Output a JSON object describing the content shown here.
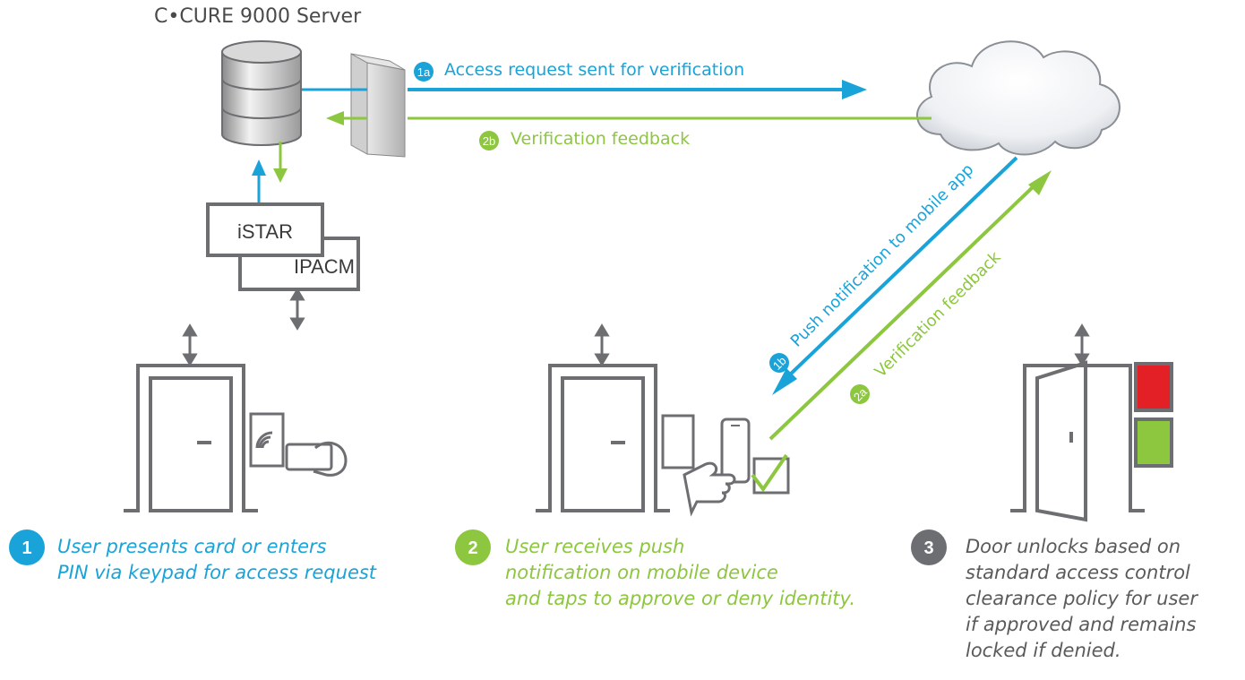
{
  "server": {
    "title": "C•CURE 9000 Server"
  },
  "controllers": {
    "istar": "iSTAR",
    "ipacm": "IPACM"
  },
  "flows": {
    "f1a": {
      "badge": "1a",
      "label": "Access request sent for verification"
    },
    "f2b": {
      "badge": "2b",
      "label": "Verification feedback"
    },
    "f1b": {
      "badge": "1b",
      "label": "Push notification to mobile app"
    },
    "f2a": {
      "badge": "2a",
      "label": "Verification feedback"
    }
  },
  "steps": [
    {
      "badge": "1",
      "lines": [
        "User presents card or enters",
        "PIN via keypad for access request"
      ]
    },
    {
      "badge": "2",
      "lines": [
        "User receives push",
        "notification on mobile device",
        "and taps to approve or deny identity."
      ]
    },
    {
      "badge": "3",
      "lines": [
        "Door unlocks based on",
        "standard access control",
        "clearance policy for user",
        "if approved and remains",
        "locked if denied."
      ]
    }
  ],
  "colors": {
    "blue": "#1aa3d9",
    "green": "#8dc63f",
    "gray": "#6d6e71",
    "red": "#e22026"
  }
}
